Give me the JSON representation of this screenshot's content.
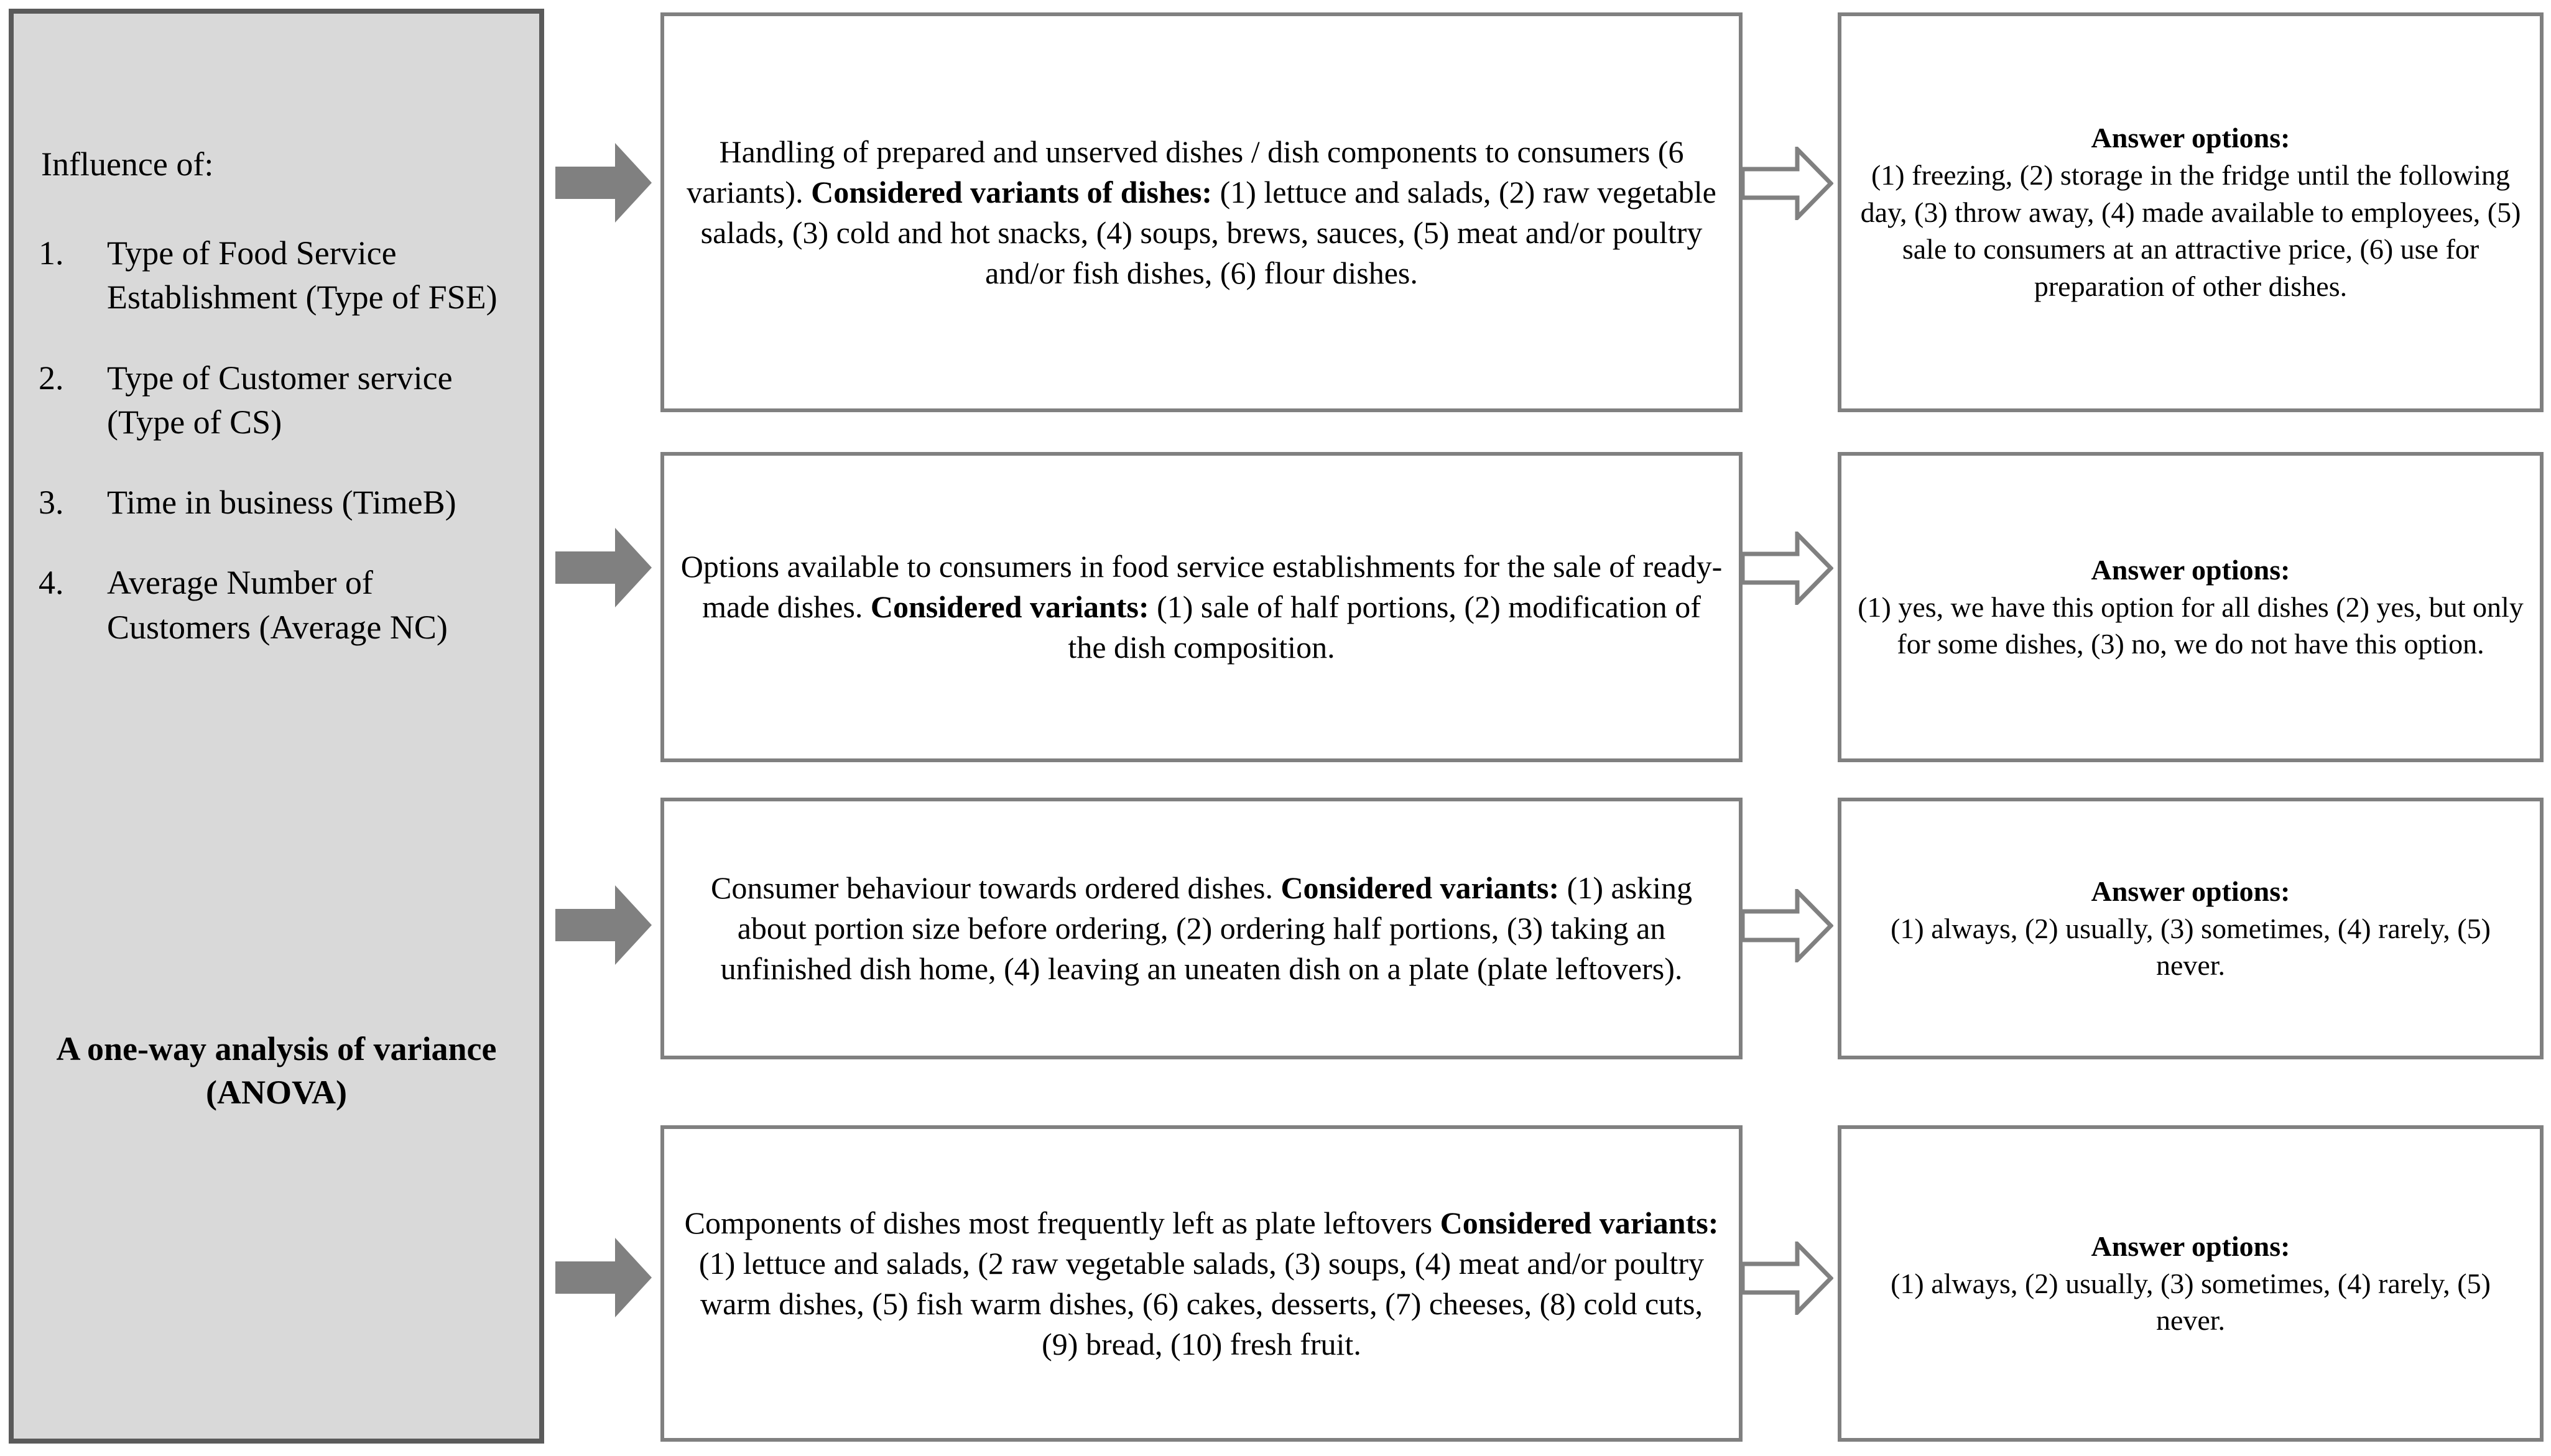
{
  "sidebar": {
    "heading": "Influence of:",
    "items": [
      {
        "num": "1.",
        "text": "Type of Food Service Establishment (Type of FSE)"
      },
      {
        "num": "2.",
        "text": "Type of Customer service (Type of CS)"
      },
      {
        "num": "3.",
        "text": "Time in business (TimeB)"
      },
      {
        "num": "4.",
        "text": "Average Number of Customers (Average NC)"
      }
    ],
    "footer": "A one-way analysis of variance (ANOVA)"
  },
  "rows": [
    {
      "topic_title": "Handling of prepared and unserved dishes / dish components to consumers  (6 variants).",
      "variants_label": "Considered variants of dishes:",
      "variants_text": " (1) lettuce and salads, (2) raw vegetable salads, (3) cold and hot snacks, (4) soups, brews, sauces, (5) meat and/or poultry and/or fish dishes, (6) flour dishes.",
      "answer_title": "Answer options:",
      "answer_text": "(1) freezing, (2) storage in the fridge until the following day, (3) throw away, (4) made available to employees, (5) sale to consumers at an attractive price,  (6) use for preparation of other dishes."
    },
    {
      "topic_title": "Options available to consumers in food service establishments for the sale of ready-made dishes.",
      "variants_label": "Considered variants:",
      "variants_text": " (1) sale of half portions, (2) modification of the dish composition.",
      "answer_title": "Answer options:",
      "answer_text": "(1) yes, we have this option for all dishes (2) yes, but only for some dishes, (3) no, we do not have this option."
    },
    {
      "topic_title": "Consumer behaviour towards ordered dishes.",
      "variants_label": "Considered variants:",
      "variants_text": " (1) asking about portion size before ordering, (2) ordering half portions, (3) taking an unfinished dish home,  (4) leaving an uneaten dish on a plate (plate leftovers).",
      "answer_title": "Answer options:",
      "answer_text": "(1) always, (2) usually, (3) sometimes, (4) rarely, (5) never."
    },
    {
      "topic_title": "Components  of dishes most frequently left as plate leftovers",
      "variants_label": "Considered variants:",
      "variants_text": " (1) lettuce and salads, (2 raw vegetable salads, (3) soups, (4) meat and/or poultry warm dishes, (5) fish warm dishes, (6) cakes, desserts, (7) cheeses, (8) cold cuts, (9) bread, (10) fresh fruit.",
      "answer_title": "Answer options:",
      "answer_text": "(1) always, (2) usually, (3) sometimes, (4) rarely, (5) never."
    }
  ],
  "icons": {
    "solid_arrow": "arrow-right-solid",
    "hollow_arrow": "arrow-right-outline"
  },
  "colors": {
    "sidebar_fill": "#d9d9d9",
    "sidebar_border": "#5a5a5a",
    "box_border": "#808080",
    "arrow_fill": "#808080"
  }
}
